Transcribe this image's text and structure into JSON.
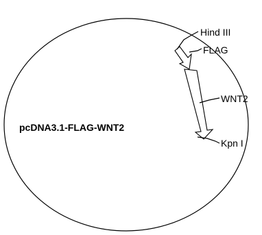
{
  "diagram": {
    "plasmid_name": "pcDNA3.1-FLAG-WNT2",
    "labels": {
      "hind3": "Hind III",
      "flag": "FLAG",
      "wnt2": "WNT2",
      "kpn1": "Kpn I"
    },
    "colors": {
      "line": "#000000",
      "background": "#ffffff"
    }
  }
}
